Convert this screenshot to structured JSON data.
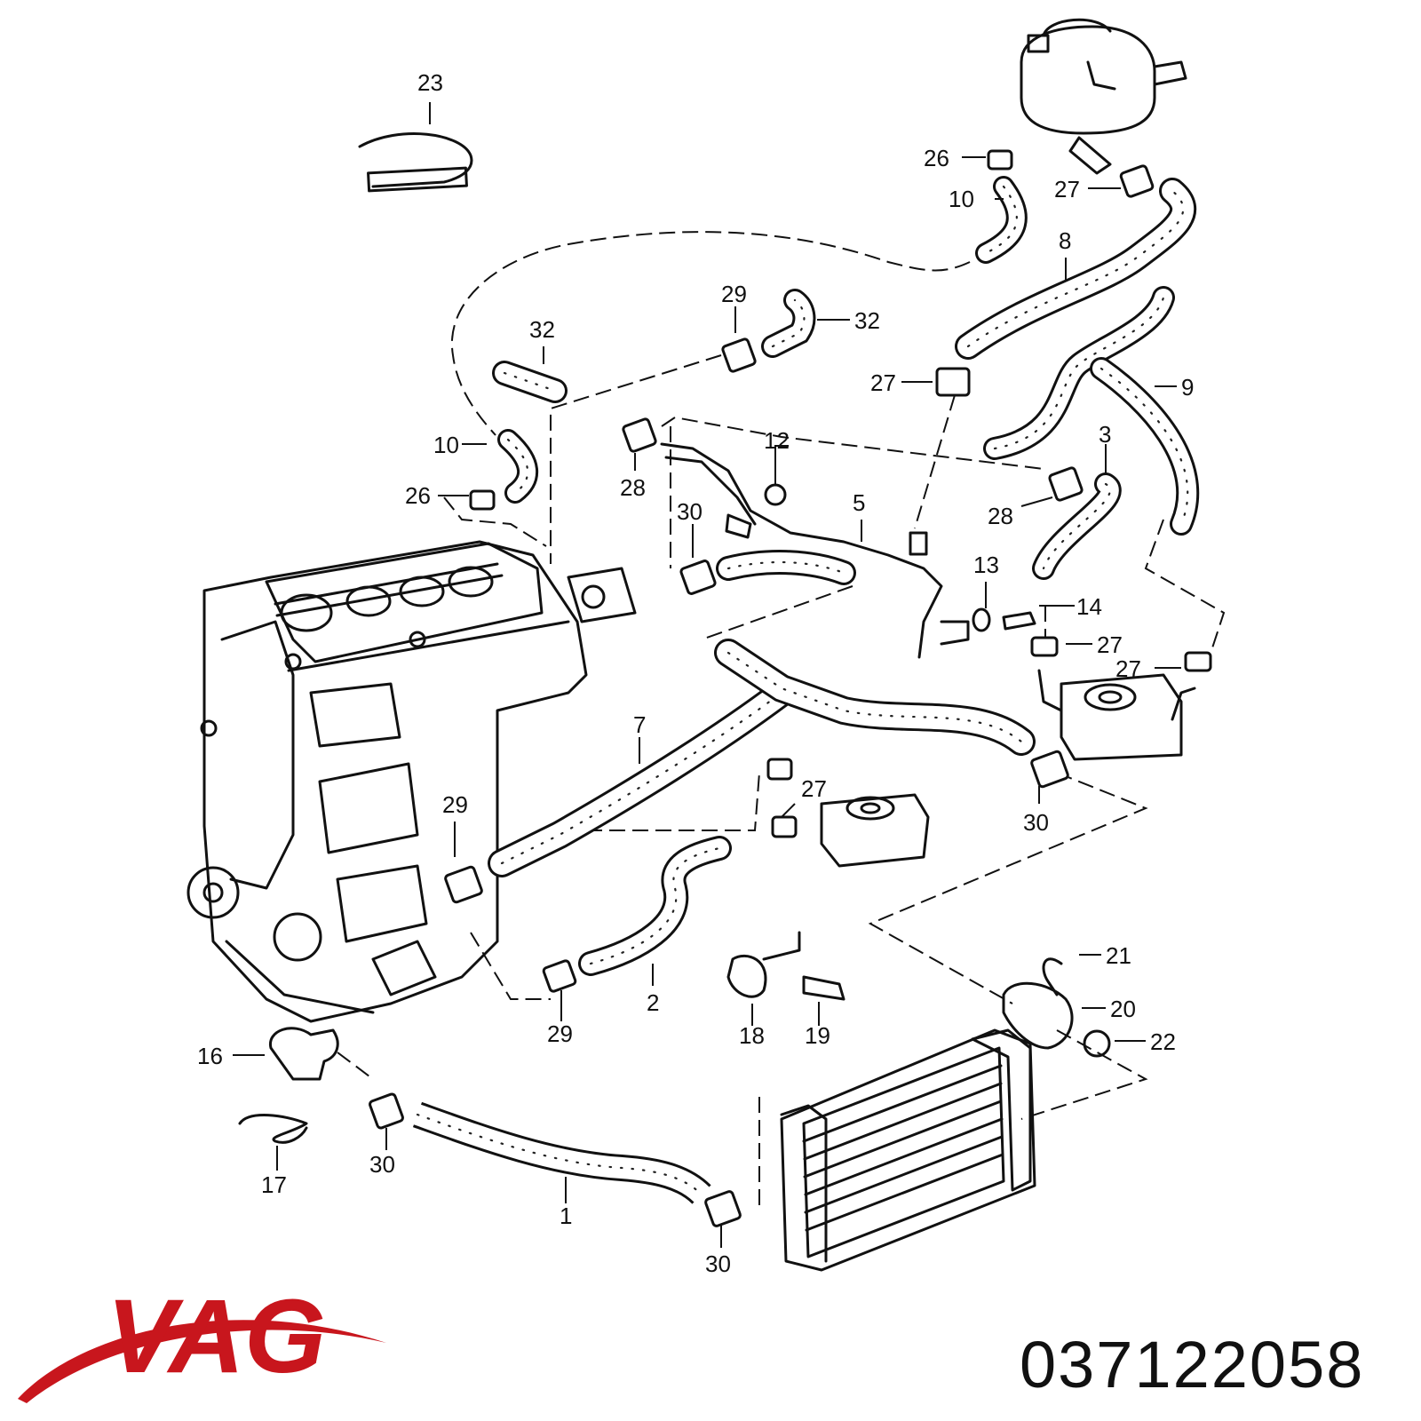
{
  "brand": {
    "name": "VAG",
    "color": "#c8161d"
  },
  "part_number": "037122058",
  "callouts": [
    "23",
    "26",
    "27",
    "10",
    "8",
    "29",
    "32",
    "32",
    "27",
    "9",
    "10",
    "12",
    "28",
    "3",
    "26",
    "30",
    "5",
    "28",
    "13",
    "14",
    "27",
    "27",
    "7",
    "27",
    "30",
    "29",
    "21",
    "20",
    "22",
    "2",
    "18",
    "19",
    "29",
    "16",
    "30",
    "17",
    "1",
    "30"
  ]
}
